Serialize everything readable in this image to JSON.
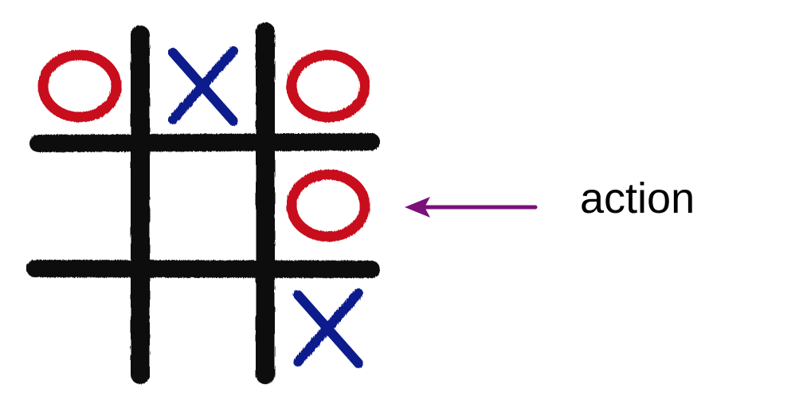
{
  "board": {
    "cells": [
      "O",
      "X",
      "O",
      "",
      "",
      "O",
      "",
      "",
      "X"
    ],
    "marks": {
      "O": "circle-mark",
      "X": "cross-mark"
    }
  },
  "colors": {
    "grid": "#0a0a0a",
    "o_mark": "#c8111b",
    "x_mark": "#0d1a8c",
    "arrow": "#7a1078"
  },
  "annotation": {
    "label": "action",
    "points_to_cell": 5,
    "arrow_icon": "arrow-left-icon"
  }
}
